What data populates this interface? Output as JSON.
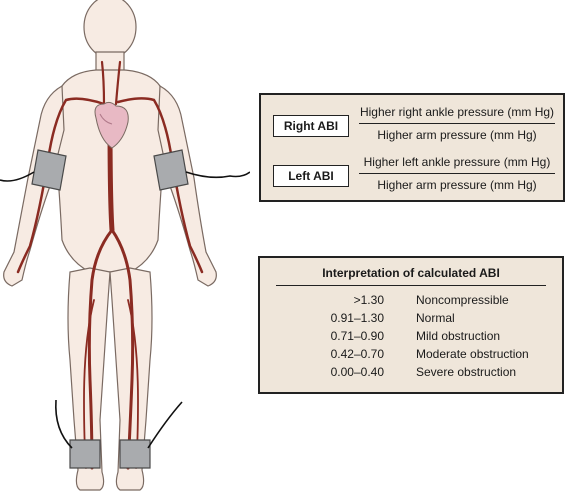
{
  "abi_formulas": [
    {
      "label": "Right ABI",
      "numerator": "Higher right ankle pressure (mm Hg)",
      "denominator": "Higher arm pressure (mm Hg)"
    },
    {
      "label": "Left ABI",
      "numerator": "Higher left ankle pressure (mm Hg)",
      "denominator": "Higher arm pressure (mm Hg)"
    }
  ],
  "interpretation": {
    "title": "Interpretation of calculated ABI",
    "rows": [
      {
        "range": ">1.30",
        "meaning": "Noncompressible"
      },
      {
        "range": "0.91–1.30",
        "meaning": "Normal"
      },
      {
        "range": "0.71–0.90",
        "meaning": "Mild obstruction"
      },
      {
        "range": "0.42–0.70",
        "meaning": "Moderate obstruction"
      },
      {
        "range": "0.00–0.40",
        "meaning": "Severe obstruction"
      }
    ]
  },
  "colors": {
    "skin": "#f7ebe3",
    "outline": "#7a6a62",
    "artery": "#8b2b22",
    "heart": "#e8b9c4",
    "cuff": "#a9abae",
    "panel": "#efe6da"
  }
}
